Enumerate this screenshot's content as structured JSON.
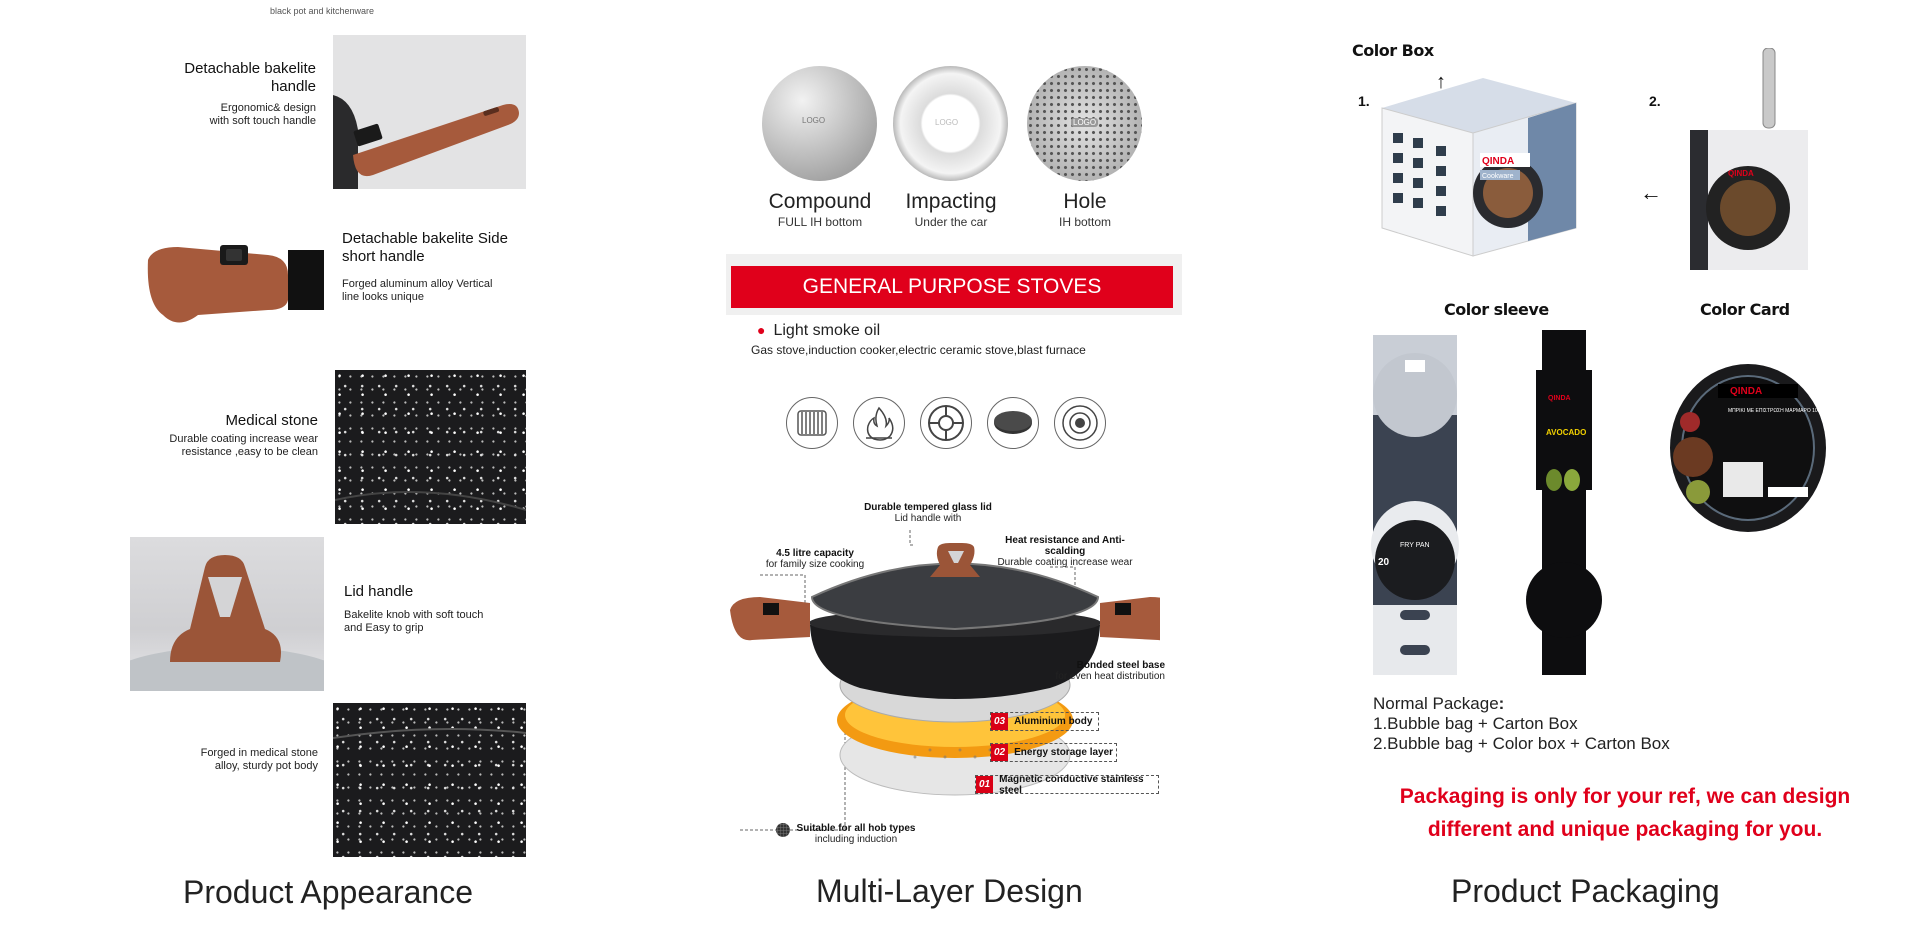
{
  "appearance": {
    "top_partial": "black pot and kitchenware",
    "features": [
      {
        "title": "Detachable bakelite handle",
        "sub": "Ergonomic& design with soft touch handle"
      },
      {
        "title": "Detachable bakelite Side short handle",
        "sub": "Forged aluminum alloy Vertical line looks unique"
      },
      {
        "title": "Medical stone",
        "sub": "Durable coating increase wear resistance ,easy to be clean"
      },
      {
        "title": "Lid handle",
        "sub": "Bakelite knob with soft touch and Easy to grip"
      },
      {
        "title": "",
        "sub": "Forged in medical stone alloy, sturdy pot body"
      }
    ],
    "caption": "Product Appearance"
  },
  "multilayer": {
    "discs": [
      {
        "title": "Compound",
        "sub": "FULL IH bottom",
        "logo": "LOGO"
      },
      {
        "title": "Impacting",
        "sub": "Under the car",
        "logo": "LOGO"
      },
      {
        "title": "Hole",
        "sub": "IH bottom",
        "logo": "LOGO"
      }
    ],
    "banner": "GENERAL PURPOSE STOVES",
    "bullet": "Light smoke oil",
    "stoves": "Gas stove,induction cooker,electric ceramic stove,blast furnace",
    "hob_icons": [
      "induction-coil-icon",
      "flame-icon",
      "gas-burner-icon",
      "ceramic-plate-icon",
      "blast-furnace-icon"
    ],
    "annotations": {
      "lid_b": "Durable tempered glass lid",
      "lid": "Lid handle with",
      "cap_b": "4.5 litre capacity",
      "cap": "for family size cooking",
      "heat_b": "Heat resistance and Anti-scalding",
      "heat": "Durable coating increase wear",
      "base_b": "Bonded steel base",
      "base": "for even heat distribution",
      "hob_b": "Suitable for all hob types",
      "hob": "including induction"
    },
    "layers": [
      {
        "num": "03",
        "label": "Aluminium body"
      },
      {
        "num": "02",
        "label": "Energy storage layer"
      },
      {
        "num": "01",
        "label": "Magnetic conductive stainless steel"
      }
    ],
    "caption": "Multi-Layer Design"
  },
  "packaging": {
    "color_box": "Color Box",
    "step1": "1.",
    "step2": "2.",
    "color_sleeve": "Color sleeve",
    "color_card": "Color Card",
    "brand": "QINDA",
    "box_label": "Cookware",
    "frypan_label": "FRY PAN",
    "avocado_label": "AVOCADO",
    "size_label": "20",
    "card_text": "ΜΠΡΙΚΙ ΜΕ ΕΠΙΣΤΡΩΣΗ ΜΑΡΜΑΡΟ 10cm",
    "normal_title": "Normal Package",
    "normal_colon": ":",
    "normal_1": "1.Bubble bag + Carton Box",
    "normal_2": "2.Bubble bag + Color box + Carton Box",
    "red_1": "Packaging is only for your ref, we can design",
    "red_2": "different and unique packaging for you.",
    "caption": "Product Packaging"
  },
  "colors": {
    "accent_red": "#e0001b",
    "handle_brown": "#a65a3c",
    "pan_black": "#1b1b1d"
  }
}
